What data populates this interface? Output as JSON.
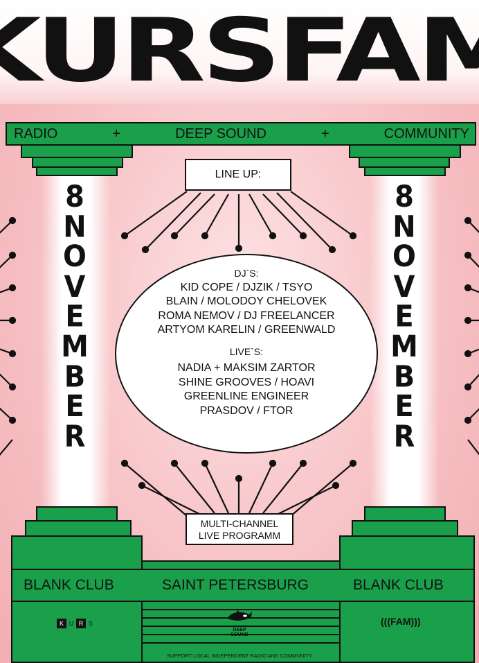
{
  "header": {
    "title": "KURSFAM"
  },
  "strip": {
    "left": "RADIO",
    "plus1": "+",
    "center": "DEEP SOUND",
    "plus2": "+",
    "right": "COMMUNITY"
  },
  "lineup": {
    "label": "LINE UP:",
    "djs_heading": "DJ`S:",
    "djs": [
      "KID COPE / DJZIK /  TSYO",
      "BLAIN / MOLODOY CHELOVEK",
      "ROMA NEMOV / DJ FREELANCER",
      "ARTYOM KARELIN / GREENWALD"
    ],
    "lives_heading": "LIVE`S:",
    "lives": [
      "NADIA + MAKSIM ZARTOR",
      "SHINE GROOVES / HOAVI",
      "GREENLINE ENGINEER",
      "PRASDOV / FTOR"
    ]
  },
  "date": {
    "letters": [
      "8",
      "N",
      "O",
      "V",
      "E",
      "M",
      "B",
      "E",
      "R"
    ]
  },
  "program": {
    "line1": "MULTI-CHANNEL",
    "line2": "LIVE PROGRAMM"
  },
  "footer_band": {
    "left": "BLANK CLUB",
    "center": "SAINT PETERSBURG",
    "right": "BLANK CLUB"
  },
  "logos": {
    "kurs": [
      "K",
      "U",
      "R",
      "S"
    ],
    "fam": "(((FAM)))",
    "deep_sound": [
      "DEEP",
      "SOUND"
    ]
  },
  "tagline": "SUPPORT LOCAL INDEPENDENT RADIO AND COMMUNITY",
  "colors": {
    "green": "#1aa04a",
    "pink": "#f7c3c6",
    "ink": "#111111"
  },
  "icons": {
    "deep_sound": "orca-icon"
  }
}
